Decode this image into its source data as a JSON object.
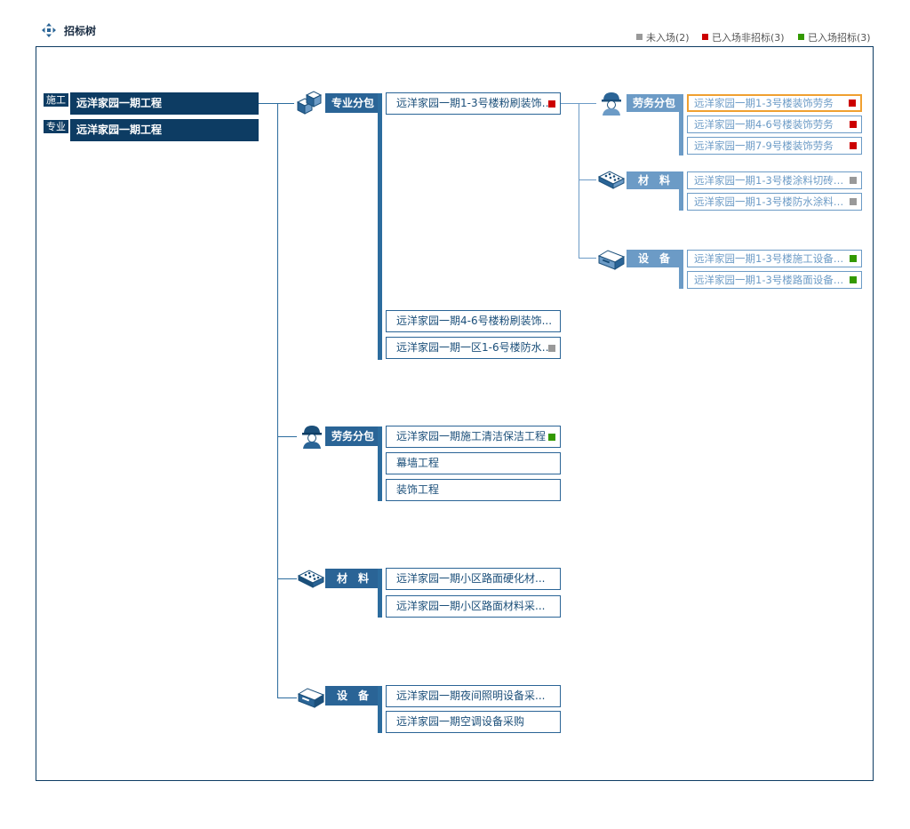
{
  "header": {
    "title": "招标树"
  },
  "legend": {
    "items": [
      {
        "label": "未入场(2)",
        "color": "#999999"
      },
      {
        "label": "已入场非招标(3)",
        "color": "#cc0000"
      },
      {
        "label": "已入场招标(3)",
        "color": "#339900"
      }
    ]
  },
  "status_colors": {
    "gray": "#999999",
    "red": "#cc0000",
    "green": "#339900"
  },
  "root": {
    "items": [
      {
        "tag": "施工",
        "label": "远洋家园一期工程"
      },
      {
        "tag": "专业",
        "label": "远洋家园一期工程"
      }
    ]
  },
  "branches": {
    "professional": {
      "label": "专业分包",
      "items": [
        {
          "label": "远洋家园一期1-3号楼粉刷装饰…",
          "status": "red"
        },
        {
          "label": "远洋家园一期4-6号楼粉刷装饰...",
          "status": ""
        },
        {
          "label": "远洋家园一期一区1-6号楼防水…",
          "status": "gray"
        }
      ],
      "children": {
        "labor": {
          "label": "劳务分包",
          "items": [
            {
              "label": "远洋家园一期1-3号楼装饰劳务",
              "status": "red"
            },
            {
              "label": "远洋家园一期4-6号楼装饰劳务",
              "status": "red"
            },
            {
              "label": "远洋家园一期7-9号楼装饰劳务",
              "status": "red"
            }
          ]
        },
        "material": {
          "label": "材　料",
          "items": [
            {
              "label": "远洋家园一期1-3号楼涂料切砖…",
              "status": "gray"
            },
            {
              "label": "远洋家园一期1-3号楼防水涂料…",
              "status": "gray"
            }
          ]
        },
        "equipment": {
          "label": "设　备",
          "items": [
            {
              "label": "远洋家园一期1-3号楼施工设备…",
              "status": "green"
            },
            {
              "label": "远洋家园一期1-3号楼路面设备…",
              "status": "green"
            }
          ]
        }
      }
    },
    "labor": {
      "label": "劳务分包",
      "items": [
        {
          "label": "远洋家园一期施工清洁保洁工程",
          "status": "green"
        },
        {
          "label": "幕墙工程",
          "status": ""
        },
        {
          "label": "装饰工程",
          "status": ""
        }
      ]
    },
    "material": {
      "label": "材　料",
      "items": [
        {
          "label": "远洋家园一期小区路面硬化材...",
          "status": ""
        },
        {
          "label": "远洋家园一期小区路面材料采...",
          "status": ""
        }
      ]
    },
    "equipment": {
      "label": "设　备",
      "items": [
        {
          "label": "远洋家园一期夜间照明设备采...",
          "status": ""
        },
        {
          "label": "远洋家园一期空调设备采购",
          "status": ""
        }
      ]
    }
  }
}
